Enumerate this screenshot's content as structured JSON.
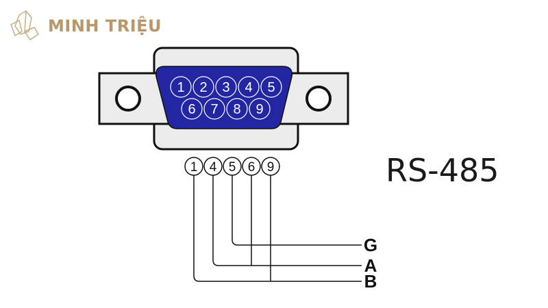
{
  "brand": {
    "name": "MINH TRIỆU",
    "color": "#b8976a"
  },
  "title": "RS-485",
  "connector": {
    "body_color": "#ececec",
    "shell_color": "#2326a3",
    "pins_row1": [
      "1",
      "2",
      "3",
      "4",
      "5"
    ],
    "pins_row2": [
      "6",
      "7",
      "8",
      "9"
    ]
  },
  "wiring": {
    "pins": [
      "1",
      "4",
      "5",
      "6",
      "9"
    ],
    "signals": [
      {
        "label": "G",
        "pins": [
          "5"
        ]
      },
      {
        "label": "A",
        "pins": [
          "4",
          "6"
        ]
      },
      {
        "label": "B",
        "pins": [
          "1",
          "9"
        ]
      }
    ]
  }
}
